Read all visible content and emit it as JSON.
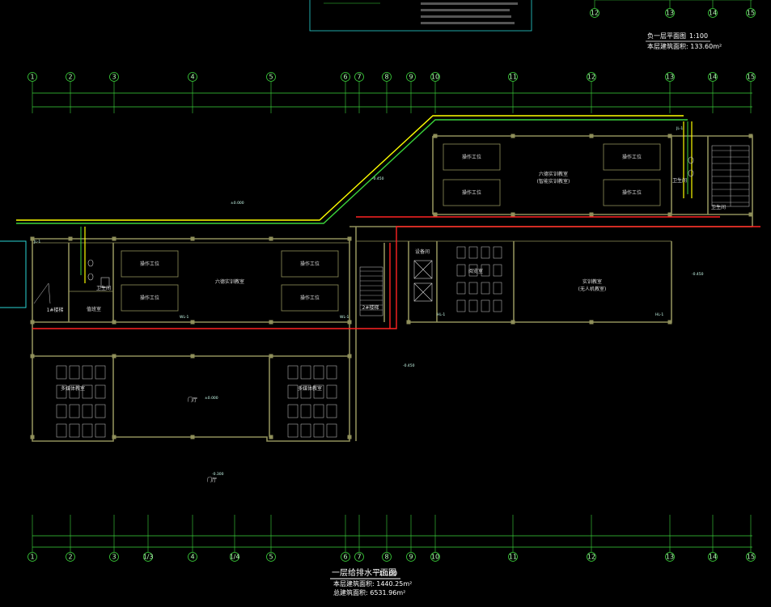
{
  "axes_top": [
    "1",
    "2",
    "3",
    "4",
    "5",
    "6",
    "7",
    "8",
    "9",
    "10",
    "11",
    "12",
    "13",
    "14",
    "15"
  ],
  "axes_bottom": [
    "1",
    "2",
    "3",
    "1/3",
    "4",
    "1/4",
    "5",
    "6",
    "7",
    "8",
    "9",
    "10",
    "11",
    "12",
    "13",
    "14",
    "15"
  ],
  "axes_upper_right": [
    "12",
    "13",
    "14",
    "15"
  ],
  "main_title": {
    "name": "一层给排水平面图",
    "scale": "1:100",
    "area_this": "本层建筑面积: 1440.25m²",
    "area_total": "总建筑面积: 6531.96m²"
  },
  "basement_title": {
    "name": "负一层平面图",
    "scale": "1:100",
    "area": "本层建筑面积: 133.60m²"
  },
  "rooms": {
    "six_area_west": "六德实训教室",
    "six_area_east": "六德实训教室",
    "six_area_east_sub": "(智能实训教室)",
    "workstation": "操作工位",
    "stair_1": "1#楼梯",
    "stair_2": "2#楼梯",
    "duty": "值班室",
    "multimedia_w": "多媒体教室",
    "multimedia_e": "多媒体教室",
    "hall": "门厅",
    "entrance": "门厅",
    "training_e": "实训教室",
    "training_e_sub": "(无人机教室)",
    "reading": "阅览室",
    "equip": "设备间",
    "toilet_w": "卫生间",
    "toilet_e": "卫生间",
    "toilet_e2": "卫生间"
  },
  "labels": {
    "elev_0": "±0.000",
    "elev_n450": "-0.450",
    "elev_n300": "-0.300",
    "pipe_jl": "JL-1",
    "pipe_wl": "WL-1",
    "pipe_hl": "HL-1"
  },
  "colors": {
    "background": "#000000",
    "grid": "#3bd43b",
    "wall": "#8f8f5a",
    "water_supply": "#ffff00",
    "drain": "#00c800",
    "sewer": "#ff2222",
    "legend_box": "#2ad4d4"
  }
}
